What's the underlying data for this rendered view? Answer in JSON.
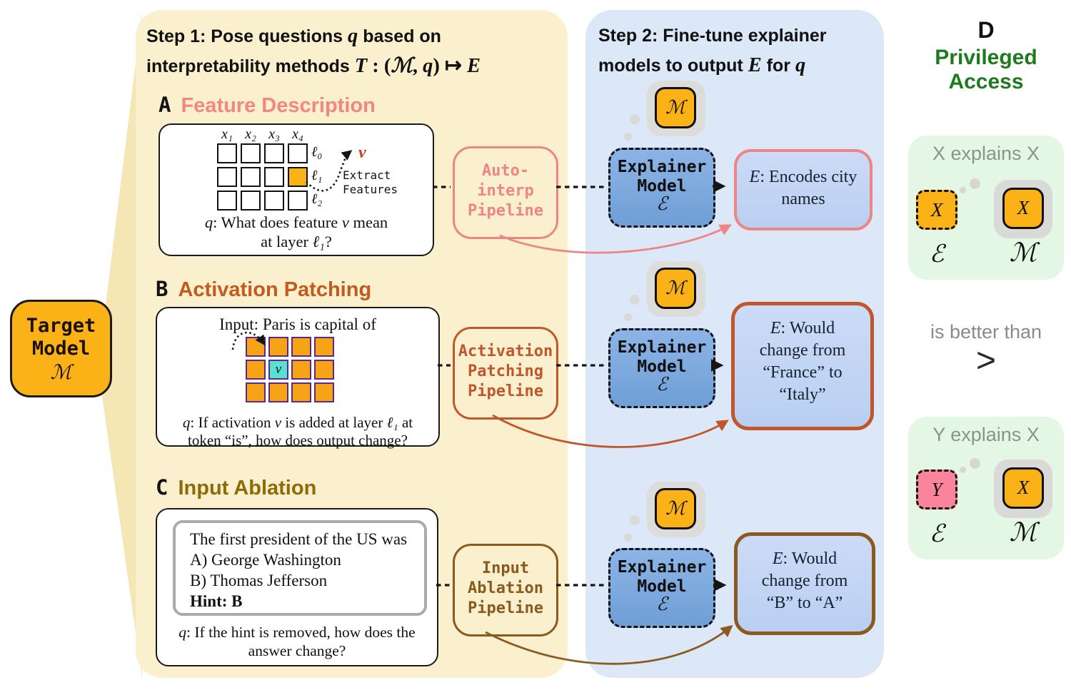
{
  "colors": {
    "panel_yellow": "#faf0cd",
    "panel_yellow_dark": "#f5e6b5",
    "panel_blue": "#dce8f8",
    "panel_green": "#e4f6e4",
    "model_orange": "#fbb217",
    "grid_orange": "#f6a318",
    "grid_purple": "#5b2a86",
    "cyan": "#59e0d0",
    "ebox_blue": "#c4d7f4",
    "pink": "#ee8585",
    "orange": "#c0562b",
    "brown": "#8b5a1f",
    "green": "#1d7a1d",
    "gray_bubble": "#dcdcda",
    "pink_box": "#f9849b",
    "red_v": "#c7401e",
    "header_pink": "#f28782",
    "header_orange": "#c35a1e",
    "header_gold": "#8f6a08",
    "gray_text": "#8a948a"
  },
  "target_model": {
    "line1": "Target",
    "line2": "Model",
    "symbol": "ℳ"
  },
  "shared": {
    "m_symbol": "ℳ",
    "explainer": {
      "line1": "Explainer",
      "line2": "Model",
      "symbol": "ℰ"
    }
  },
  "step1": {
    "title1": [
      {
        "t": "Step 1: Pose questions ",
        "s": ""
      },
      {
        "t": "q",
        "s": "m"
      },
      {
        "t": " based on",
        "s": ""
      }
    ],
    "title2": [
      {
        "t": "interpretability methods ",
        "s": ""
      },
      {
        "t": "T",
        "s": "m"
      },
      {
        "t": " : (",
        "s": "mu"
      },
      {
        "t": "ℳ",
        "s": "m"
      },
      {
        "t": ", ",
        "s": "mu"
      },
      {
        "t": "q",
        "s": "m"
      },
      {
        "t": ") ↦ ",
        "s": "mu"
      },
      {
        "t": "E",
        "s": "m"
      }
    ],
    "sections": {
      "a": {
        "label": "A",
        "title": "Feature Description",
        "col_labels": [
          "x₁",
          "x₂",
          "x₃",
          "x₄"
        ],
        "row_labels": [
          "ℓ₀",
          "ℓ₁",
          "ℓ₂"
        ],
        "v": "v",
        "extract1": "Extract",
        "extract2": "Features",
        "q1": [
          {
            "t": "q",
            "s": "i"
          },
          {
            "t": ": What does feature ",
            "s": ""
          },
          {
            "t": "v",
            "s": "i"
          },
          {
            "t": " mean",
            "s": ""
          }
        ],
        "q2": [
          {
            "t": "at layer ",
            "s": ""
          },
          {
            "t": "ℓ₁",
            "s": "i"
          },
          {
            "t": "?",
            "s": ""
          }
        ],
        "pipeline": [
          "Auto-",
          "interp",
          "Pipeline"
        ],
        "e_lines1": [
          {
            "t": "E",
            "s": "i"
          },
          {
            "t": ": Encodes city",
            "s": ""
          }
        ],
        "e_lines2": [
          {
            "t": "names",
            "s": ""
          }
        ]
      },
      "b": {
        "label": "B",
        "title": "Activation Patching",
        "input": "Input: Paris is capital of",
        "v": "v",
        "q1": [
          {
            "t": "q",
            "s": "i"
          },
          {
            "t": ": If activation ",
            "s": ""
          },
          {
            "t": "v",
            "s": "i"
          },
          {
            "t": " is added at layer ",
            "s": ""
          },
          {
            "t": "ℓ₁",
            "s": "i"
          },
          {
            "t": " at",
            "s": ""
          }
        ],
        "q2": [
          {
            "t": "token “is”, how does output change?",
            "s": ""
          }
        ],
        "pipeline": [
          "Activation",
          "Patching",
          "Pipeline"
        ],
        "e_lines1": [
          {
            "t": "E",
            "s": "i"
          },
          {
            "t": ": Would",
            "s": ""
          }
        ],
        "e_lines2": [
          {
            "t": "change from",
            "s": ""
          }
        ],
        "e_lines3": [
          {
            "t": "“France” to",
            "s": ""
          }
        ],
        "e_lines4": [
          {
            "t": "“Italy”",
            "s": ""
          }
        ]
      },
      "c": {
        "label": "C",
        "title": "Input Ablation",
        "quiz": [
          "The first president of the US was",
          "A) George Washington",
          "B) Thomas Jefferson",
          "Hint: B"
        ],
        "q1": [
          {
            "t": "q",
            "s": "i"
          },
          {
            "t": ": If the hint is removed, how does the",
            "s": ""
          }
        ],
        "q2": [
          {
            "t": "answer change?",
            "s": ""
          }
        ],
        "pipeline": [
          "Input",
          "Ablation",
          "Pipeline"
        ],
        "e_lines1": [
          {
            "t": "E",
            "s": "i"
          },
          {
            "t": ": Would",
            "s": ""
          }
        ],
        "e_lines2": [
          {
            "t": "change from",
            "s": ""
          }
        ],
        "e_lines3": [
          {
            "t": "“B” to “A”",
            "s": ""
          }
        ]
      }
    }
  },
  "step2": {
    "title1": [
      {
        "t": "Step 2: Fine-tune explainer",
        "s": ""
      }
    ],
    "title2": [
      {
        "t": "models to output ",
        "s": ""
      },
      {
        "t": "E",
        "s": "m"
      },
      {
        "t": " for ",
        "s": ""
      },
      {
        "t": "q",
        "s": "m"
      }
    ]
  },
  "panel_d": {
    "label": "D",
    "title1": "Privileged",
    "title2": "Access",
    "box1": {
      "caption": "X explains X",
      "left_symbol": "X",
      "left_label": "ℰ",
      "right_symbol": "X",
      "right_label": "ℳ"
    },
    "better_text": "is better than",
    "better_symbol": ">",
    "box2": {
      "caption": "Y explains X",
      "left_symbol": "Y",
      "left_label": "ℰ",
      "right_symbol": "X",
      "right_label": "ℳ"
    }
  }
}
